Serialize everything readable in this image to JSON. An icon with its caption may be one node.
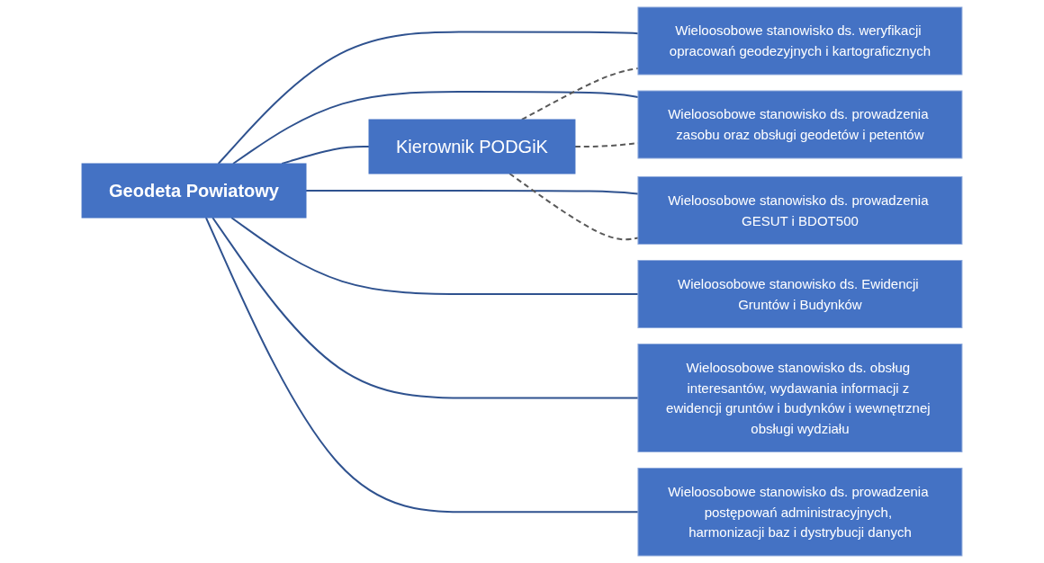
{
  "diagram": {
    "nodes": [
      {
        "text": [
          "Geodeta Powiatowy"
        ]
      },
      {
        "text": [
          "Kierownik PODGiK"
        ]
      },
      {
        "text": [
          "Wieloosobowe stanowisko ds. weryfikacji opracowań geodezyjnych i kartograficznych"
        ]
      },
      {
        "text": [
          "Wieloosobowe stanowisko ds. prowadzenia zasobu oraz obsługi geodetów i petentów"
        ]
      },
      {
        "text": [
          "Wieloosobowe stanowisko ds. prowadzenia GESUT i BDOT500"
        ]
      },
      {
        "text": [
          "Wieloosobowe stanowisko ds. Ewidencji Gruntów i Budynków"
        ]
      },
      {
        "text": [
          "Wieloosobowe stanowisko ds. obsług interesantów, wydawania informacji z ewidencji gruntów i budynków i wewnętrznej obsługi wydziału"
        ]
      },
      {
        "text": [
          "Wieloosobowe stanowisko ds. prowadzenia postępowań administracyjnych, harmonizacji baz i dystrybucji danych"
        ]
      }
    ],
    "edges": [
      {
        "from": 0,
        "to": 1,
        "arrow": "none"
      },
      {
        "from": 0,
        "to": 2,
        "arrow": "none"
      },
      {
        "from": 0,
        "to": 3,
        "arrow": "none"
      },
      {
        "from": 0,
        "to": 4,
        "arrow": "none"
      },
      {
        "from": 0,
        "to": 5,
        "arrow": "none"
      },
      {
        "from": 0,
        "to": 6,
        "arrow": "none"
      },
      {
        "from": 0,
        "to": 7,
        "arrow": "none"
      },
      {
        "from": 1,
        "to": 2,
        "arrow": "none",
        "style": "dashed",
        "color": "#595959"
      },
      {
        "from": 1,
        "to": 3,
        "arrow": "none",
        "style": "dashed",
        "color": "#595959"
      },
      {
        "from": 1,
        "to": 4,
        "arrow": "none",
        "style": "dashed",
        "color": "#595959"
      }
    ]
  }
}
